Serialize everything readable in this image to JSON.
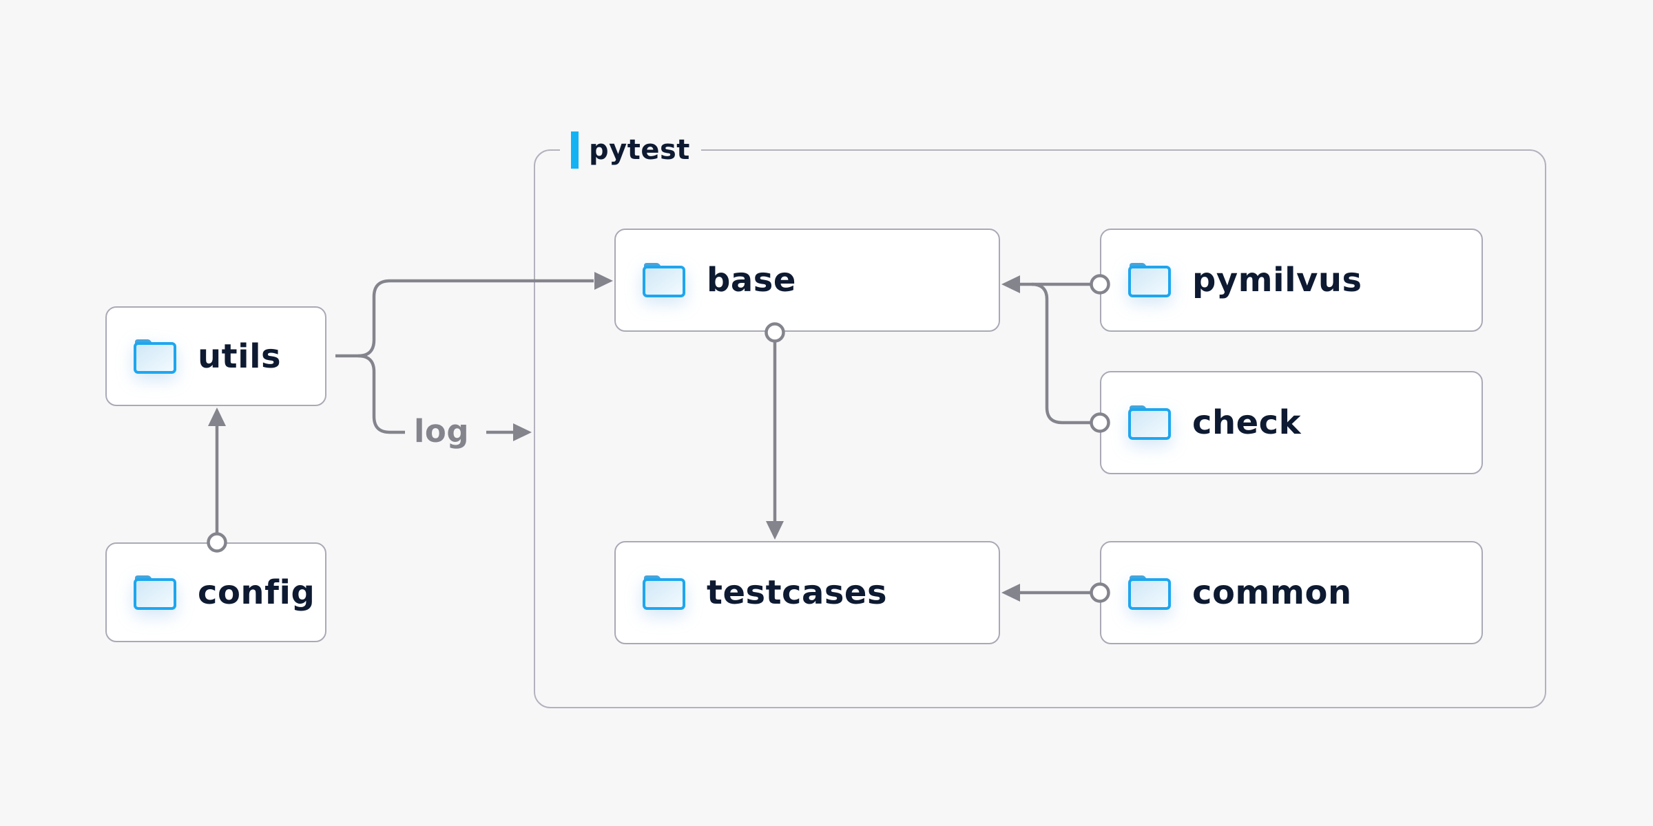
{
  "diagram": {
    "container": {
      "label": "pytest"
    },
    "nodes": {
      "utils": {
        "label": "utils",
        "icon": "folder-icon"
      },
      "config": {
        "label": "config",
        "icon": "folder-icon"
      },
      "base": {
        "label": "base",
        "icon": "folder-icon"
      },
      "pymilvus": {
        "label": "pymilvus",
        "icon": "folder-icon"
      },
      "check": {
        "label": "check",
        "icon": "folder-icon"
      },
      "testcases": {
        "label": "testcases",
        "icon": "folder-icon"
      },
      "common": {
        "label": "common",
        "icon": "folder-icon"
      }
    },
    "edges": [
      {
        "from": "config",
        "to": "utils",
        "style": "arrow-with-dot"
      },
      {
        "from": "utils",
        "to": "base",
        "style": "arrow-with-dot"
      },
      {
        "from": "utils",
        "to": "pytest-container",
        "style": "arrow-with-dot",
        "label": "log"
      },
      {
        "from": "base",
        "to": "testcases",
        "style": "arrow-with-dot"
      },
      {
        "from": "pymilvus",
        "to": "base",
        "style": "arrow-with-dot"
      },
      {
        "from": "check",
        "to": "base",
        "style": "arrow-with-dot"
      },
      {
        "from": "common",
        "to": "testcases",
        "style": "arrow-with-dot"
      }
    ],
    "colors": {
      "background": "#f7f7f8",
      "node_background": "#ffffff",
      "node_border": "#a9a9b5",
      "container_border": "#b2b2bd",
      "label_text": "#0d1a31",
      "connector_gray": "#84848d",
      "accent_cyan": "#13b2f3",
      "folder_stroke": "#1ea6ef",
      "folder_tab": "#47a4d9",
      "folder_fill_light": "#f4fbff",
      "folder_fill_dark": "#cfe7f6"
    }
  }
}
